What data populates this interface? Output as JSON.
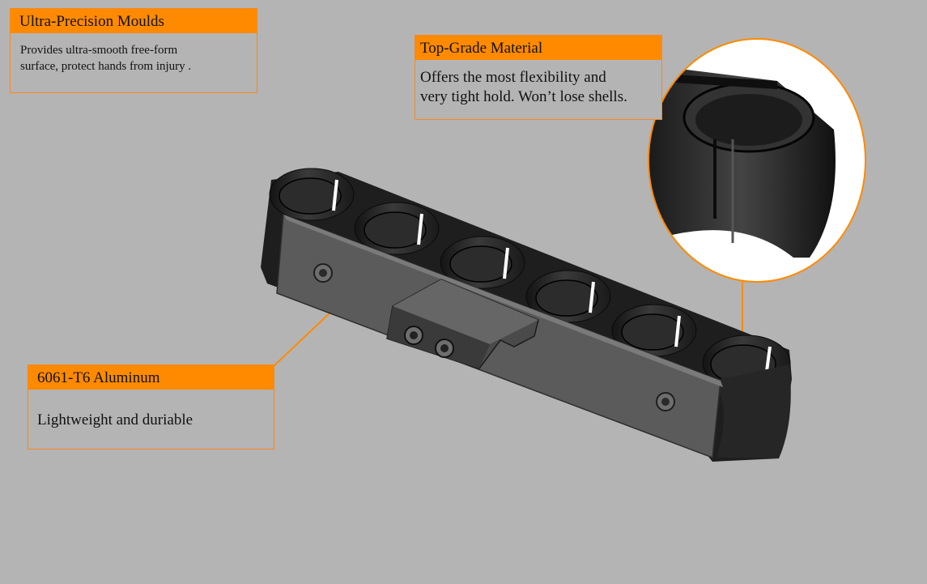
{
  "callouts": {
    "moulds": {
      "title": "Ultra-Precision Moulds",
      "lines": [
        "Provides ultra-smooth free-form",
        "surface, protect hands from injury ."
      ]
    },
    "material": {
      "title": "Top-Grade Material",
      "lines": [
        "Offers the most flexibility and",
        "very tight hold. Won’t lose shells."
      ]
    },
    "aluminum": {
      "title": "6061-T6 Aluminum",
      "text": "Lightweight and duriable"
    }
  },
  "colors": {
    "background": "#b4b4b4",
    "accent": "#ff8a00",
    "product_dark": "#2a2a2a",
    "plate": "#5b5b5b"
  }
}
